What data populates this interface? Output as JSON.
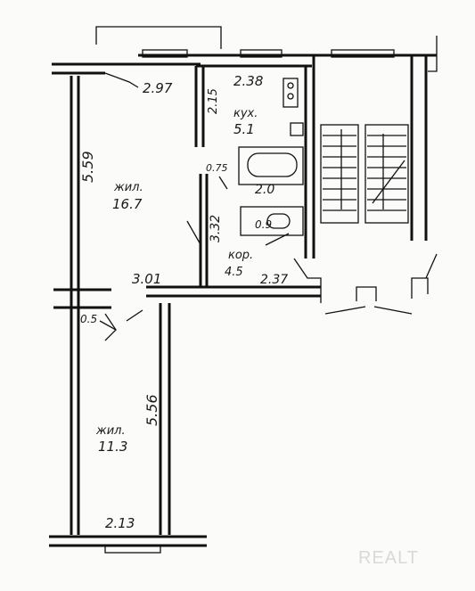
{
  "labels": {
    "room_living_large": "жил.",
    "room_living_large_area": "16.7",
    "room_living_small": "жил.",
    "room_living_small_area": "11.3",
    "room_kitchen": "кух.",
    "room_kitchen_area": "5.1",
    "room_corridor": "кор.",
    "room_corridor_area": "4.5",
    "bath_area": "2.0",
    "wc_area": "0.9",
    "closet_area": "0.5",
    "closet2_area": "0.75"
  },
  "dimensions": {
    "d_297": "2.97",
    "d_238": "2.38",
    "d_215": "2.15",
    "d_559": "5.59",
    "d_332": "3.32",
    "d_301": "3.01",
    "d_237": "2.37",
    "d_556": "5.56",
    "d_213": "2.13"
  },
  "watermark": "REALT"
}
